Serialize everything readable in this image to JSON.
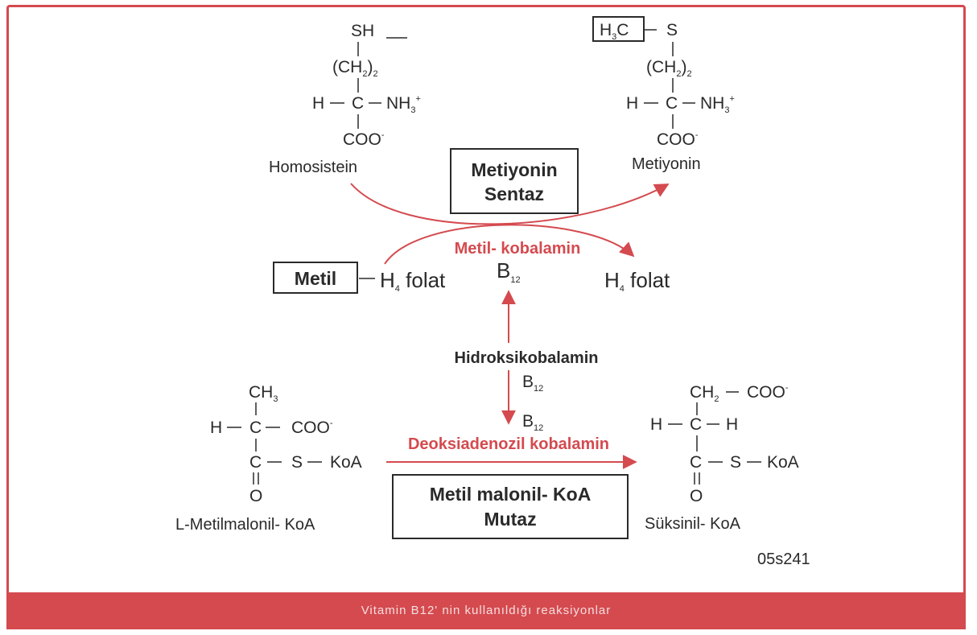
{
  "homocysteine": {
    "sh": "SH",
    "ch2": "(CH",
    "ch2_sub": "2",
    "ch2_close": ")",
    "ch2_mult": "2",
    "h": "H",
    "c": "C",
    "nh3": "NH",
    "nh3_sub": "3",
    "nh3_sup": "+",
    "coo": "COO",
    "coo_sup": "-",
    "name": "Homosistein"
  },
  "methionine": {
    "h3c": "H",
    "h3c_sub": "3",
    "h3c_c": "C",
    "s": "S",
    "ch2": "(CH",
    "ch2_sub": "2",
    "ch2_close": ")",
    "ch2_mult": "2",
    "h": "H",
    "c": "C",
    "nh3": "NH",
    "nh3_sub": "3",
    "nh3_sup": "+",
    "coo": "COO",
    "coo_sup": "-",
    "name": "Metiyonin"
  },
  "metiyonin_sentaz": {
    "line1": "Metiyonin",
    "line2": "Sentaz"
  },
  "methyl_box": "Metil",
  "folate_left": {
    "h": "H",
    "sub": "4",
    "text": " folat"
  },
  "folate_right": {
    "h": "H",
    "sub": "4",
    "text": " folat"
  },
  "methylcobalamin": "Metil- kobalamin",
  "b12_top": {
    "b": "B",
    "sub": "12"
  },
  "hydroxocobalamin": "Hidroksikobalamin",
  "b12_mid": {
    "b": "B",
    "sub": "12"
  },
  "b12_low": {
    "b": "B",
    "sub": "12"
  },
  "methylmalonyl": {
    "ch3": "CH",
    "ch3_sub": "3",
    "h": "H",
    "c": "C",
    "coo": "COO",
    "coo_sup": "-",
    "c2": "C",
    "s": "S",
    "koa": "KoA",
    "o": "O",
    "name": "L-Metilmalonil- KoA"
  },
  "deoxyadenosyl": "Deoksiadenozil kobalamin",
  "mutase": {
    "line1": "Metil malonil- KoA",
    "line2": "Mutaz"
  },
  "succinyl": {
    "ch2": "CH",
    "ch2_sub": "2",
    "coo": "COO",
    "coo_sup": "-",
    "h": "H",
    "c": "C",
    "h2": "H",
    "c2": "C",
    "s": "S",
    "koa": "KoA",
    "o": "O",
    "name": "Süksinil- KoA"
  },
  "code": "05s241",
  "caption": "Vitamin B12' nin kullanıldığı reaksiyonlar",
  "colors": {
    "accent": "#d44a4f",
    "ink": "#2a2a2a"
  }
}
